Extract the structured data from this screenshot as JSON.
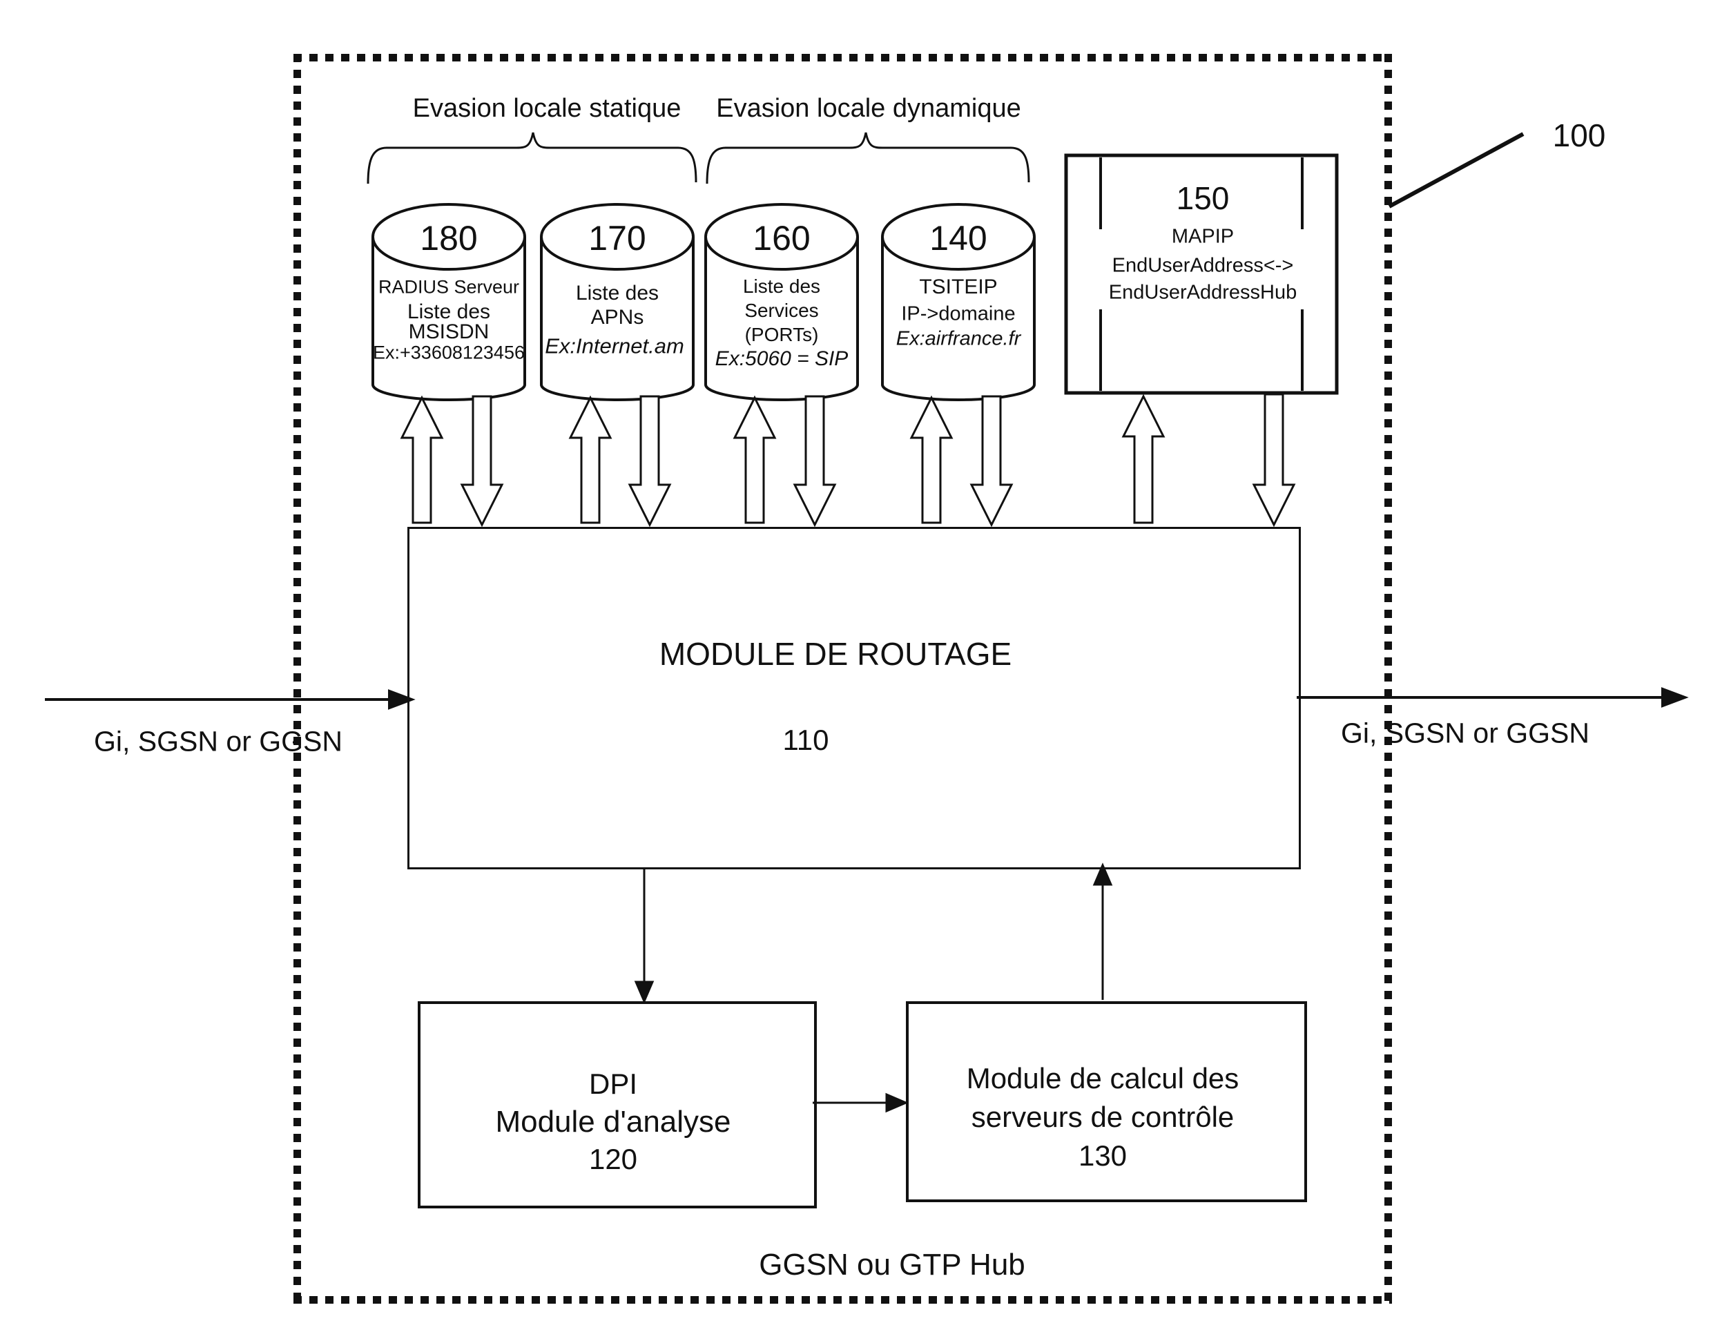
{
  "figure": {
    "reference": "100",
    "enclosure_label": "GGSN ou GTP Hub",
    "flow_left_label": "Gi, SGSN or GGSN",
    "flow_right_label": "Gi, SGSN or GGSN",
    "groups": {
      "static_label": "Evasion locale statique",
      "dynamic_label": "Evasion locale dynamique"
    },
    "cylinders": [
      {
        "id": "180",
        "line1": "RADIUS Serveur",
        "line2": "Liste des",
        "line3": "MSISDN",
        "example": "Ex:+33608123456"
      },
      {
        "id": "170",
        "line1": "Liste des",
        "line2": "APNs",
        "example": "Ex:Internet.am"
      },
      {
        "id": "160",
        "line1": "Liste des",
        "line2": "Services",
        "line3": "(PORTs)",
        "example": "Ex:5060 = SIP"
      },
      {
        "id": "140",
        "line1": "TSITEIP",
        "line2": "IP->domaine",
        "example": "Ex:airfrance.fr"
      }
    ],
    "mapip": {
      "id": "150",
      "line1": "MAPIP",
      "line2": "EndUserAddress<->",
      "line3": "EndUserAddressHub"
    },
    "routing": {
      "title": "MODULE DE ROUTAGE",
      "id": "110"
    },
    "dpi": {
      "line1": "DPI",
      "line2": "Module d'analyse",
      "id": "120"
    },
    "calc": {
      "line1": "Module de calcul des",
      "line2": "serveurs de contrôle",
      "id": "130"
    }
  }
}
